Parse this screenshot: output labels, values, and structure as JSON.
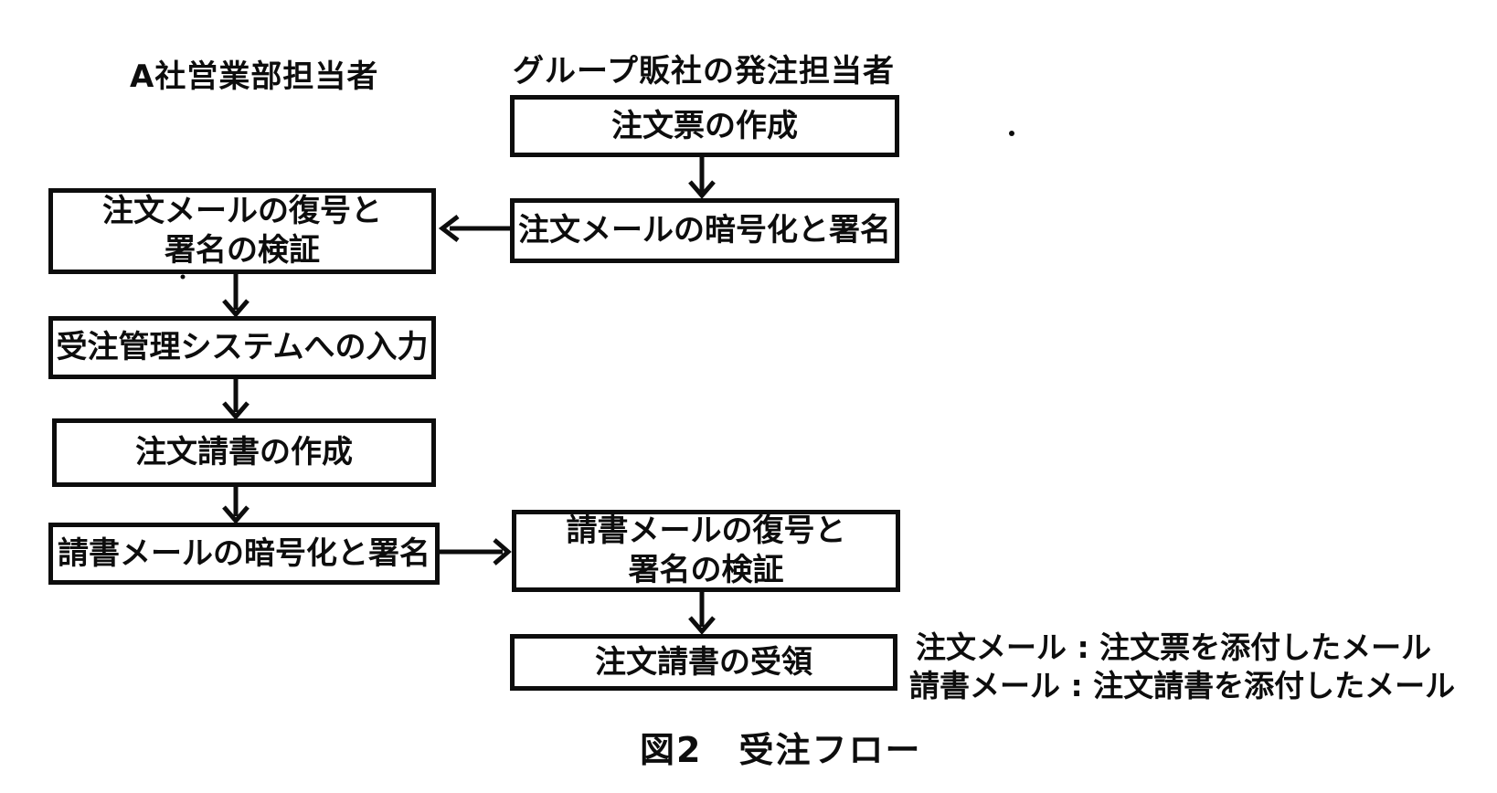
{
  "page": {
    "colors": {
      "ink": "#0d0d0d",
      "background": "#ffffff"
    }
  },
  "diagram": {
    "caption": "図2　受注フロー",
    "lanes": {
      "left_header": "A社営業部担当者",
      "right_header": "グループ販社の発注担当者"
    },
    "nodes": {
      "order_form_creation": "注文票の作成",
      "order_mail_encrypt_sign": "注文メールの暗号化と署名",
      "order_mail_decrypt_verify": "注文メールの復号と\n署名の検証",
      "order_system_input": "受注管理システムへの入力",
      "order_ack_creation": "注文請書の作成",
      "ack_mail_encrypt_sign": "請書メールの暗号化と署名",
      "ack_mail_decrypt_verify": "請書メールの復号と\n署名の検証",
      "order_ack_receipt": "注文請書の受領"
    },
    "notes": {
      "line1": "注文メール : 注文票を添付したメール",
      "line2": "請書メール : 注文請書を添付したメール"
    }
  }
}
